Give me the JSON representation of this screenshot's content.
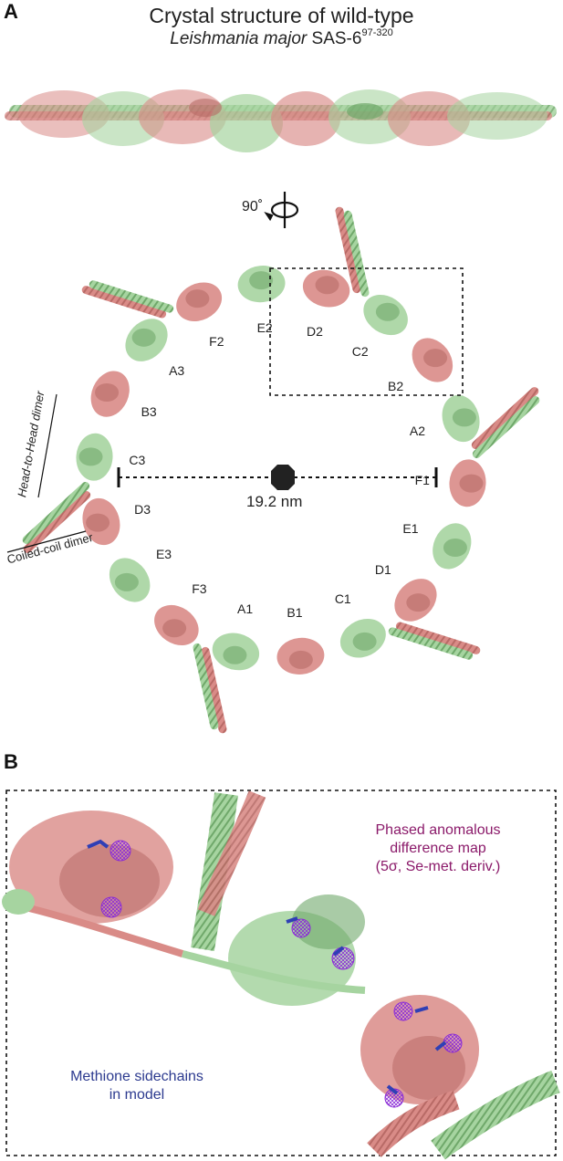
{
  "panel_a": {
    "letter": "A",
    "title_line1": "Crystal structure of wild-type",
    "title_line2_italic": "Leishmania major",
    "title_line2_rest": " SAS-6",
    "title_line2_sup": "97-320",
    "rotation_label": "90˚",
    "diameter_label": "19.2 nm",
    "head_to_head_label": "Head-to-Head dimer",
    "coiled_coil_label": "Coiled-coil dimer",
    "subunit_labels": [
      "E2",
      "D2",
      "C2",
      "B2",
      "A2",
      "F1",
      "E1",
      "D1",
      "C1",
      "B1",
      "A1",
      "F3",
      "E3",
      "D3",
      "C3",
      "B3",
      "A3",
      "F2"
    ]
  },
  "panel_b": {
    "letter": "B",
    "phased_line1": "Phased anomalous",
    "phased_line2": "difference map",
    "phased_line3": "(5σ, Se-met. deriv.)",
    "methione_line1": "Methione sidechains",
    "methione_line2": "in model"
  },
  "colors": {
    "salmon": "#d98b87",
    "salmon_dark": "#b86a66",
    "green": "#a6d4a0",
    "green_dark": "#6fa86a",
    "purple": "#8b1a6a",
    "blue": "#2c3a8f",
    "mesh": "#8a2bd6",
    "met": "#2f3fb5"
  }
}
